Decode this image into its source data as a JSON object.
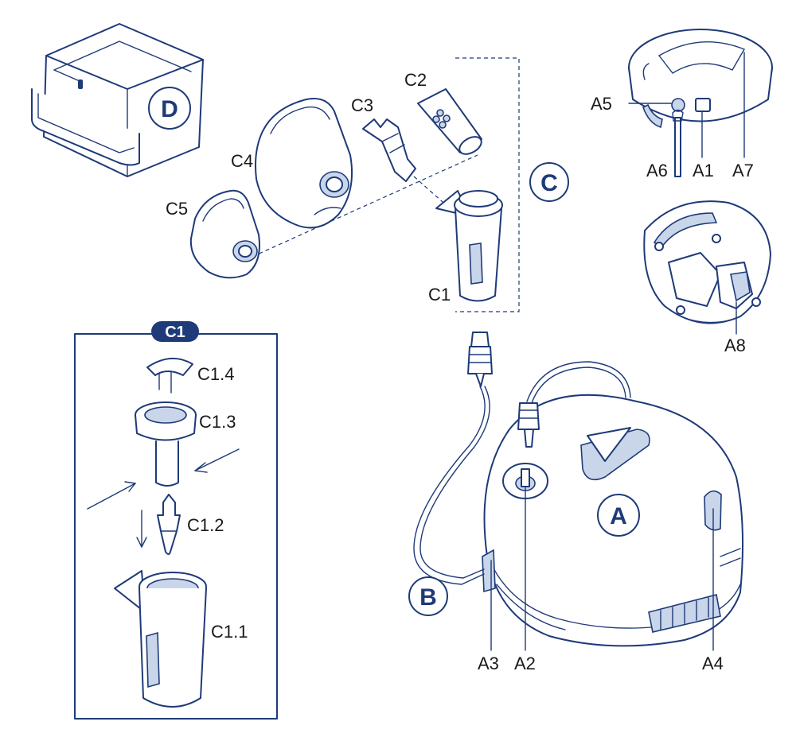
{
  "parts": {
    "A": "A",
    "B": "B",
    "C": "C",
    "D": "D"
  },
  "labels": {
    "a1": "A1",
    "a2": "A2",
    "a3": "A3",
    "a4": "A4",
    "a5": "A5",
    "a6": "A6",
    "a7": "A7",
    "a8": "A8",
    "c1": "C1",
    "c2": "C2",
    "c3": "C3",
    "c4": "C4",
    "c5": "C5",
    "c1_1": "C1.1",
    "c1_2": "C1.2",
    "c1_3": "C1.3",
    "c1_4": "C1.4"
  },
  "detail_box": {
    "title": "C1"
  },
  "colors": {
    "line": "#1e3a78",
    "shade": "#c9d6ea",
    "text": "#1a1a1a"
  }
}
